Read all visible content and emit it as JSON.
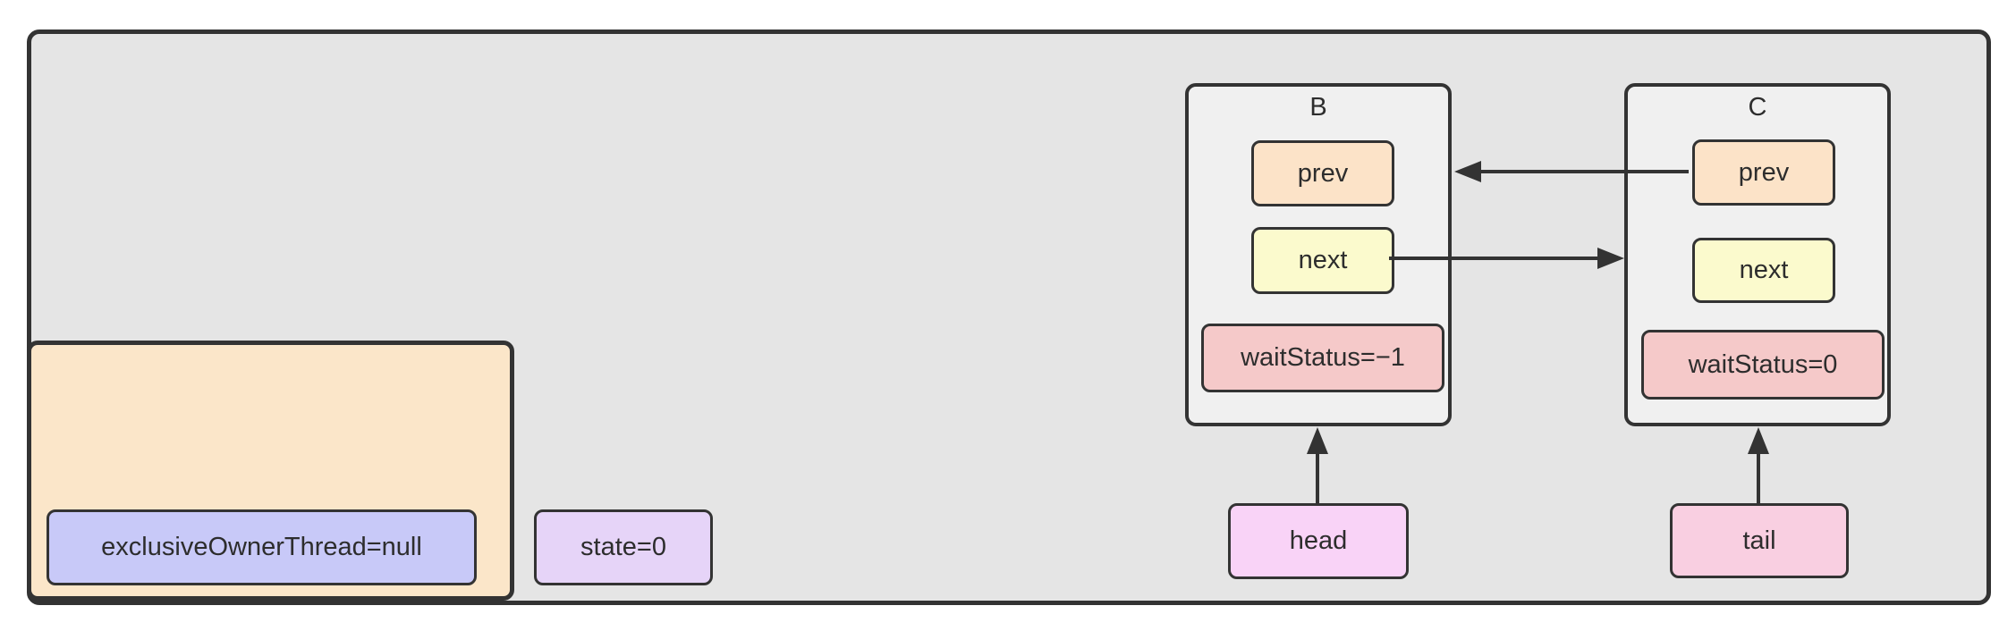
{
  "colors": {
    "page_bg": "#ffffff",
    "container_fill": "#e5e5e5",
    "node_fill": "#f0f0f0",
    "stroke": "#333333",
    "text": "#2d2d2d",
    "prev_fill": "#fce3c8",
    "next_fill": "#fbfacd",
    "wait_fill": "#f5c9c9",
    "owner_group_fill": "#fbe6c9",
    "owner_fill": "#c8c9f8",
    "state_fill": "#e6d4f8",
    "head_fill": "#f9d3f7",
    "tail_fill": "#f9cfe1"
  },
  "sync_state": {
    "exclusive_owner_label": "exclusiveOwnerThread=null",
    "state_label": "state=0"
  },
  "nodes": [
    {
      "title": "B",
      "prev_label": "prev",
      "next_label": "next",
      "wait_status_label": "waitStatus=−1"
    },
    {
      "title": "C",
      "prev_label": "prev",
      "next_label": "next",
      "wait_status_label": "waitStatus=0"
    }
  ],
  "pointers": {
    "head_label": "head",
    "tail_label": "tail"
  }
}
